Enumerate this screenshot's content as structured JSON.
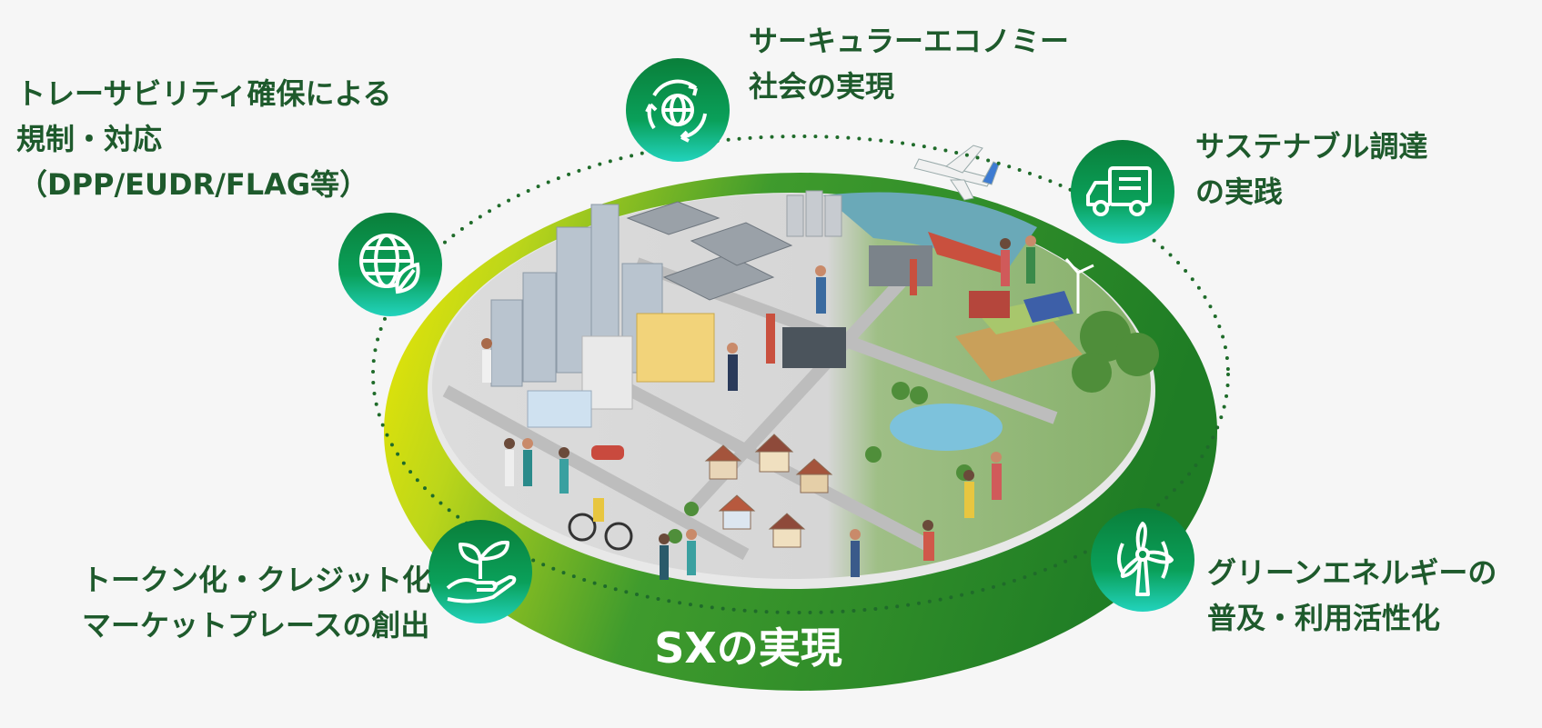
{
  "colors": {
    "label_text": "#1e5a2c",
    "ring_green": "#2f8d2c",
    "ring_yellow": "#f2e600",
    "icon_top": "#0b8a3c",
    "icon_bottom": "#19c7b0",
    "dots": "#1f6b2a"
  },
  "center_title": "SXの実現",
  "themes": [
    {
      "id": "traceability",
      "icon": "globe-leaf-icon",
      "lines": [
        "トレーサビリティ確保による",
        "規制・対応",
        "（DPP/EUDR/FLAG等）"
      ]
    },
    {
      "id": "circular",
      "icon": "recycle-globe-icon",
      "lines": [
        "サーキュラーエコノミー",
        "社会の実現"
      ]
    },
    {
      "id": "procurement",
      "icon": "truck-icon",
      "lines": [
        "サステナブル調達",
        "の実践"
      ]
    },
    {
      "id": "tokenization",
      "icon": "hand-sprout-icon",
      "lines": [
        "トークン化・クレジット化",
        "マーケットプレースの創出"
      ]
    },
    {
      "id": "green-energy",
      "icon": "wind-turbine-icon",
      "lines": [
        "グリーンエネルギーの",
        "普及・利用活性化"
      ]
    }
  ]
}
